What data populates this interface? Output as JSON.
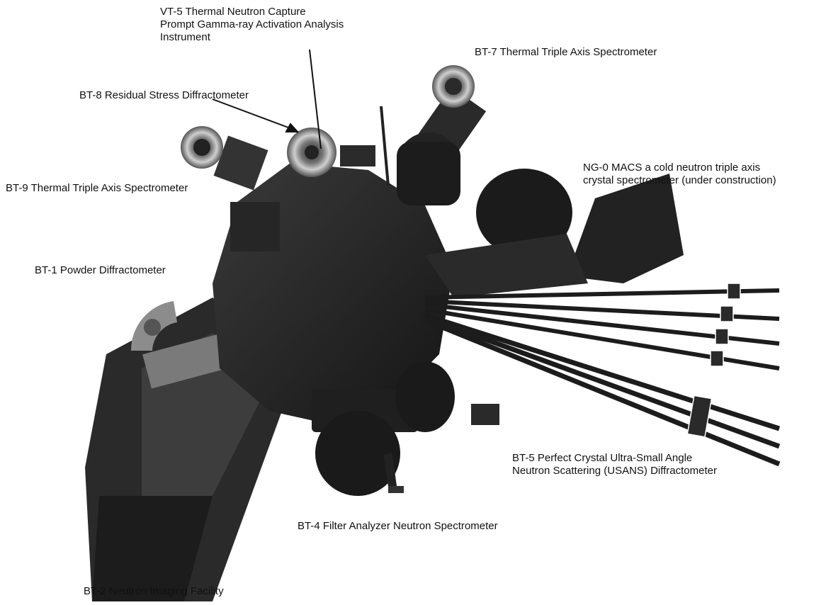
{
  "labels": {
    "vt5": {
      "line1": "VT-5 Thermal Neutron Capture",
      "line2": "Prompt Gamma-ray Activation Analysis",
      "line3": "Instrument"
    },
    "bt7": "BT-7 Thermal Triple Axis Spectrometer",
    "bt8": "BT-8 Residual Stress Diffractometer",
    "bt9": "BT-9 Thermal Triple Axis Spectrometer",
    "ng0": {
      "line1": "NG-0 MACS a cold neutron triple axis",
      "line2": "crystal spectrometer (under construction)"
    },
    "bt1": "BT-1 Powder Diffractometer",
    "bt5": {
      "line1": "BT-5 Perfect Crystal Ultra-Small Angle",
      "line2": "Neutron Scattering (USANS) Diffractometer"
    },
    "bt4": "BT-4 Filter Analyzer Neutron Spectrometer",
    "bt2": "BT-2 Neutron Imaging Facility"
  },
  "colors": {
    "background": "#ffffff",
    "machinery_dark": "#1e1e1e",
    "machinery_mid": "#3a3a3a",
    "machinery_light": "#9a9a9a",
    "text": "#111111"
  }
}
